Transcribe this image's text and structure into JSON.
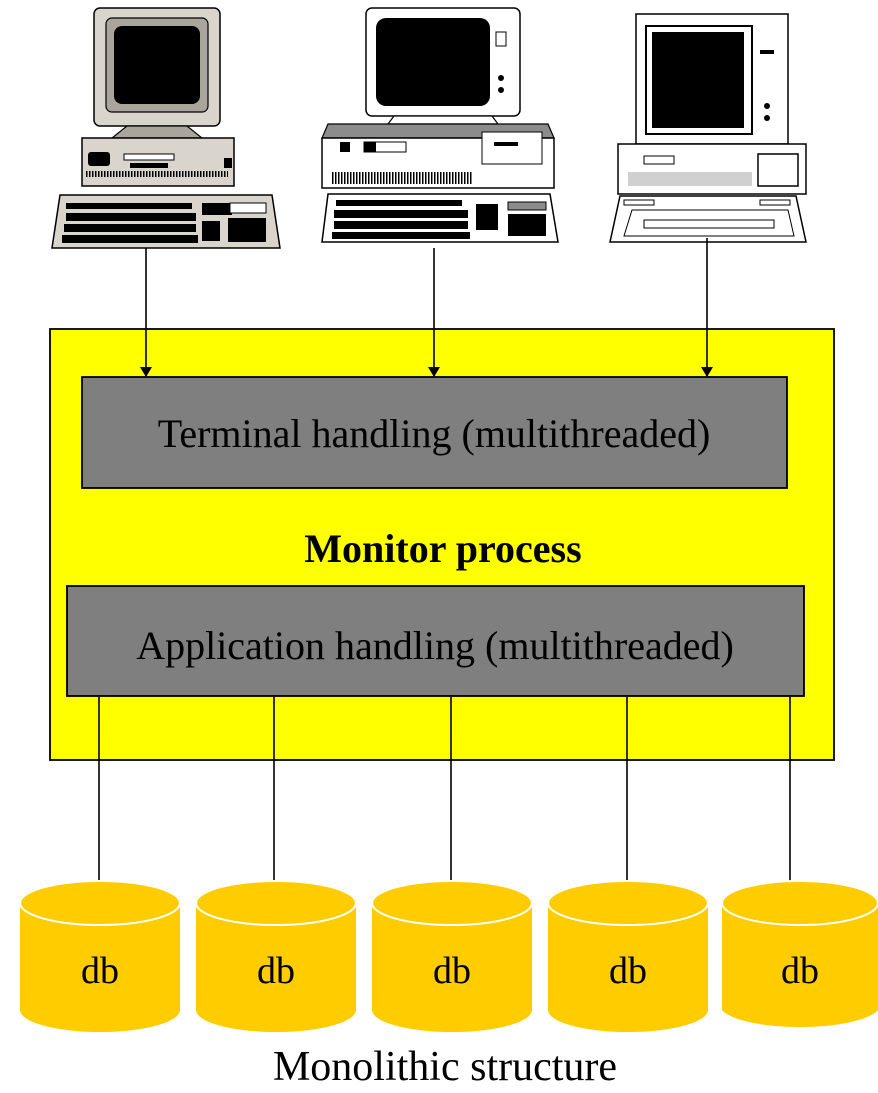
{
  "terminal_box": {
    "label": "Terminal handling (multithreaded)"
  },
  "monitor": {
    "label": "Monitor process"
  },
  "application_box": {
    "label": "Application handling (multithreaded)"
  },
  "databases": [
    "db",
    "db",
    "db",
    "db",
    "db"
  ],
  "caption": "Monolithic structure",
  "terminals": [
    {
      "icon": "desktop-computer-icon"
    },
    {
      "icon": "desktop-computer-icon"
    },
    {
      "icon": "workstation-computer-icon"
    }
  ],
  "colors": {
    "monitor_fill": "#ffff00",
    "handler_fill": "#7f7f7f",
    "db_fill": "#ffcc00"
  }
}
